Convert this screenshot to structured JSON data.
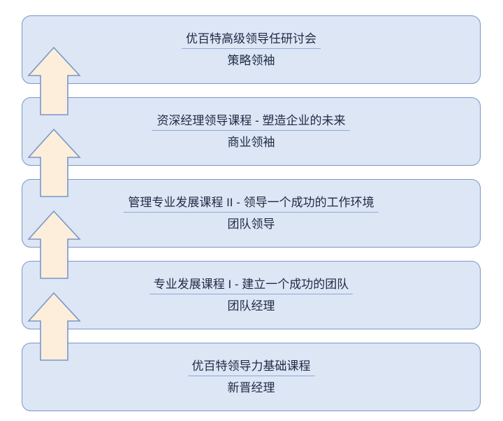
{
  "diagram": {
    "type": "career-progression-ladder",
    "orientation": "bottom-to-top",
    "colors": {
      "box_fill": "#dce6f5",
      "box_border": "#7a96c8",
      "arrow_fill": "#fdeedb",
      "arrow_border": "#7a96c8",
      "text": "#1f2a44",
      "divider": "#8fa9d6",
      "background": "#ffffff"
    },
    "levels": [
      {
        "order": 5,
        "title": "优百特高级领导任研讨会",
        "subtitle": "策略领袖"
      },
      {
        "order": 4,
        "title": "资深经理领导课程  -  塑造企业的未来",
        "subtitle": "商业领袖"
      },
      {
        "order": 3,
        "title": "管理专业发展课程 II -  领导一个成功的工作环境",
        "subtitle": "团队领导"
      },
      {
        "order": 2,
        "title": "专业发展课程 I -  建立一个成功的团队",
        "subtitle": "团队经理"
      },
      {
        "order": 1,
        "title": "优百特领导力基础课程",
        "subtitle": "新晋经理"
      }
    ],
    "arrows": [
      {
        "name": "up-arrow-level1-to-level2"
      },
      {
        "name": "up-arrow-level2-to-level3"
      },
      {
        "name": "up-arrow-level3-to-level4"
      },
      {
        "name": "up-arrow-level4-to-level5"
      }
    ]
  }
}
